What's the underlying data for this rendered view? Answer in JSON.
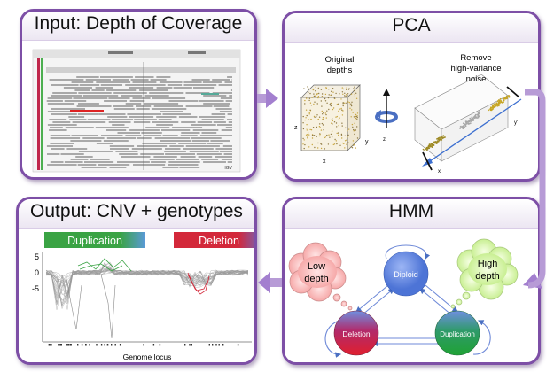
{
  "panels": {
    "input": {
      "title": "Input: Depth of Coverage",
      "viewer_label": "IGV"
    },
    "pca": {
      "title": "PCA",
      "original_depths": [
        "Original",
        "depths"
      ],
      "remove_noise": [
        "Remove",
        "high-variance",
        "noise"
      ],
      "axis_labels": {
        "x": "x",
        "y": "y",
        "z": "z",
        "x_prime": "x'",
        "y_prime": "y'",
        "z_prime": "z'"
      }
    },
    "hmm": {
      "title": "HMM",
      "states": {
        "diploid": "Diploid",
        "deletion": "Deletion",
        "duplication": "Duplication"
      },
      "low_depth": [
        "Low",
        "depth"
      ],
      "high_depth": [
        "High",
        "depth"
      ]
    },
    "output": {
      "title": "Output: CNV + genotypes",
      "duplication_label": "Duplication",
      "deletion_label": "Deletion",
      "y_ticks": [
        "5",
        "0",
        "-5"
      ],
      "x_axis_label": "Genome locus"
    }
  },
  "colors": {
    "panel_border": "#7d4fa6",
    "arrow": "#b79bd6",
    "duplication": "#3aa344",
    "deletion": "#d3283a",
    "diploid": "#5f86e0"
  }
}
